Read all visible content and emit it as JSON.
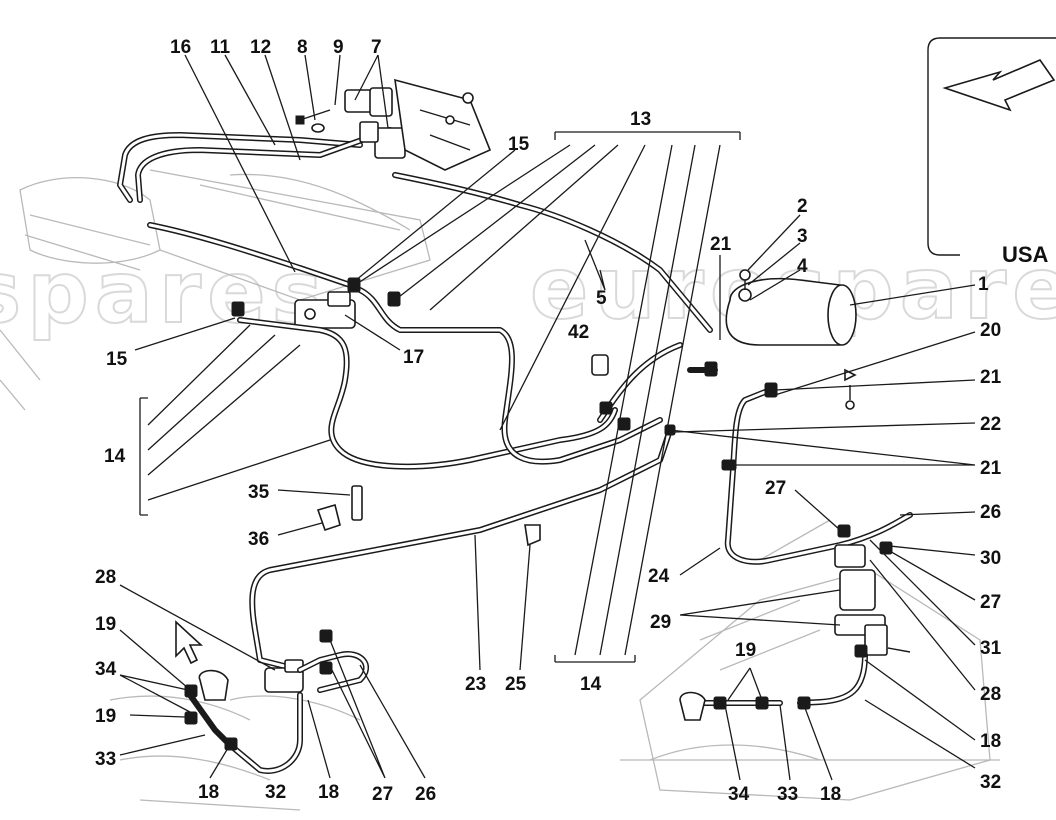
{
  "diagram": {
    "region_label": "USA",
    "watermark_left": "spares",
    "watermark_right": "eurospares",
    "callouts": [
      {
        "id": "c16",
        "text": "16"
      },
      {
        "id": "c11",
        "text": "11"
      },
      {
        "id": "c12",
        "text": "12"
      },
      {
        "id": "c8",
        "text": "8"
      },
      {
        "id": "c9",
        "text": "9"
      },
      {
        "id": "c7",
        "text": "7"
      },
      {
        "id": "c13",
        "text": "13"
      },
      {
        "id": "c15a",
        "text": "15"
      },
      {
        "id": "c2",
        "text": "2"
      },
      {
        "id": "c3",
        "text": "3"
      },
      {
        "id": "c4",
        "text": "4"
      },
      {
        "id": "c1",
        "text": "1"
      },
      {
        "id": "c21a",
        "text": "21"
      },
      {
        "id": "c5",
        "text": "5"
      },
      {
        "id": "c42",
        "text": "42"
      },
      {
        "id": "c20",
        "text": "20"
      },
      {
        "id": "c21b",
        "text": "21"
      },
      {
        "id": "c15b",
        "text": "15"
      },
      {
        "id": "c17",
        "text": "17"
      },
      {
        "id": "c22",
        "text": "22"
      },
      {
        "id": "c14a",
        "text": "14"
      },
      {
        "id": "c21c",
        "text": "21"
      },
      {
        "id": "c35",
        "text": "35"
      },
      {
        "id": "c27a",
        "text": "27"
      },
      {
        "id": "c26a",
        "text": "26"
      },
      {
        "id": "c36",
        "text": "36"
      },
      {
        "id": "c30",
        "text": "30"
      },
      {
        "id": "c24",
        "text": "24"
      },
      {
        "id": "c28a",
        "text": "28"
      },
      {
        "id": "c27b",
        "text": "27"
      },
      {
        "id": "c29",
        "text": "29"
      },
      {
        "id": "c31",
        "text": "31"
      },
      {
        "id": "c19a",
        "text": "19"
      },
      {
        "id": "c19b",
        "text": "19"
      },
      {
        "id": "c28b",
        "text": "28"
      },
      {
        "id": "c34a",
        "text": "34"
      },
      {
        "id": "c23",
        "text": "23"
      },
      {
        "id": "c25",
        "text": "25"
      },
      {
        "id": "c14b",
        "text": "14"
      },
      {
        "id": "c19c",
        "text": "19"
      },
      {
        "id": "c18a",
        "text": "18"
      },
      {
        "id": "c33a",
        "text": "33"
      },
      {
        "id": "c32a",
        "text": "32"
      },
      {
        "id": "c18b",
        "text": "18"
      },
      {
        "id": "c27c",
        "text": "27"
      },
      {
        "id": "c26b",
        "text": "26"
      },
      {
        "id": "c18c",
        "text": "18"
      },
      {
        "id": "c32b",
        "text": "32"
      },
      {
        "id": "c34b",
        "text": "34"
      },
      {
        "id": "c33b",
        "text": "33"
      },
      {
        "id": "c18d",
        "text": "18"
      }
    ]
  }
}
